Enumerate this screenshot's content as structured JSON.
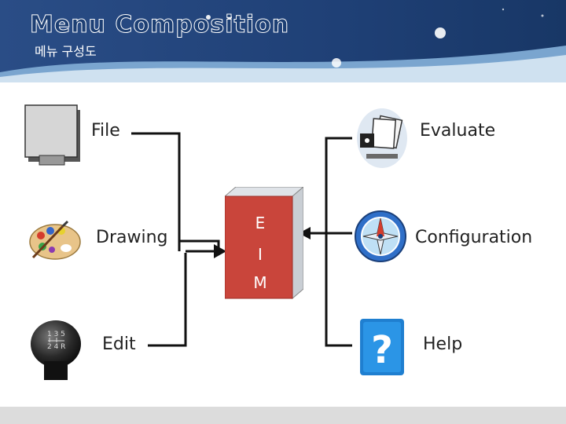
{
  "header": {
    "title": "Menu Composition",
    "subtitle": "메뉴 구성도"
  },
  "menu": {
    "left": [
      {
        "label": "File",
        "icon": "blank-window-icon"
      },
      {
        "label": "Drawing",
        "icon": "paint-palette-icon"
      },
      {
        "label": "Edit",
        "icon": "gear-shift-knob-icon"
      }
    ],
    "right": [
      {
        "label": "Evaluate",
        "icon": "document-stack-icon"
      },
      {
        "label": "Configuration",
        "icon": "compass-icon"
      },
      {
        "label": "Help",
        "icon": "question-mark-icon"
      }
    ],
    "center": {
      "letters": [
        "E",
        "I",
        "M"
      ]
    }
  },
  "colors": {
    "header_blue": "#1d3f73",
    "box_red": "#c9453b",
    "line": "#111111"
  }
}
